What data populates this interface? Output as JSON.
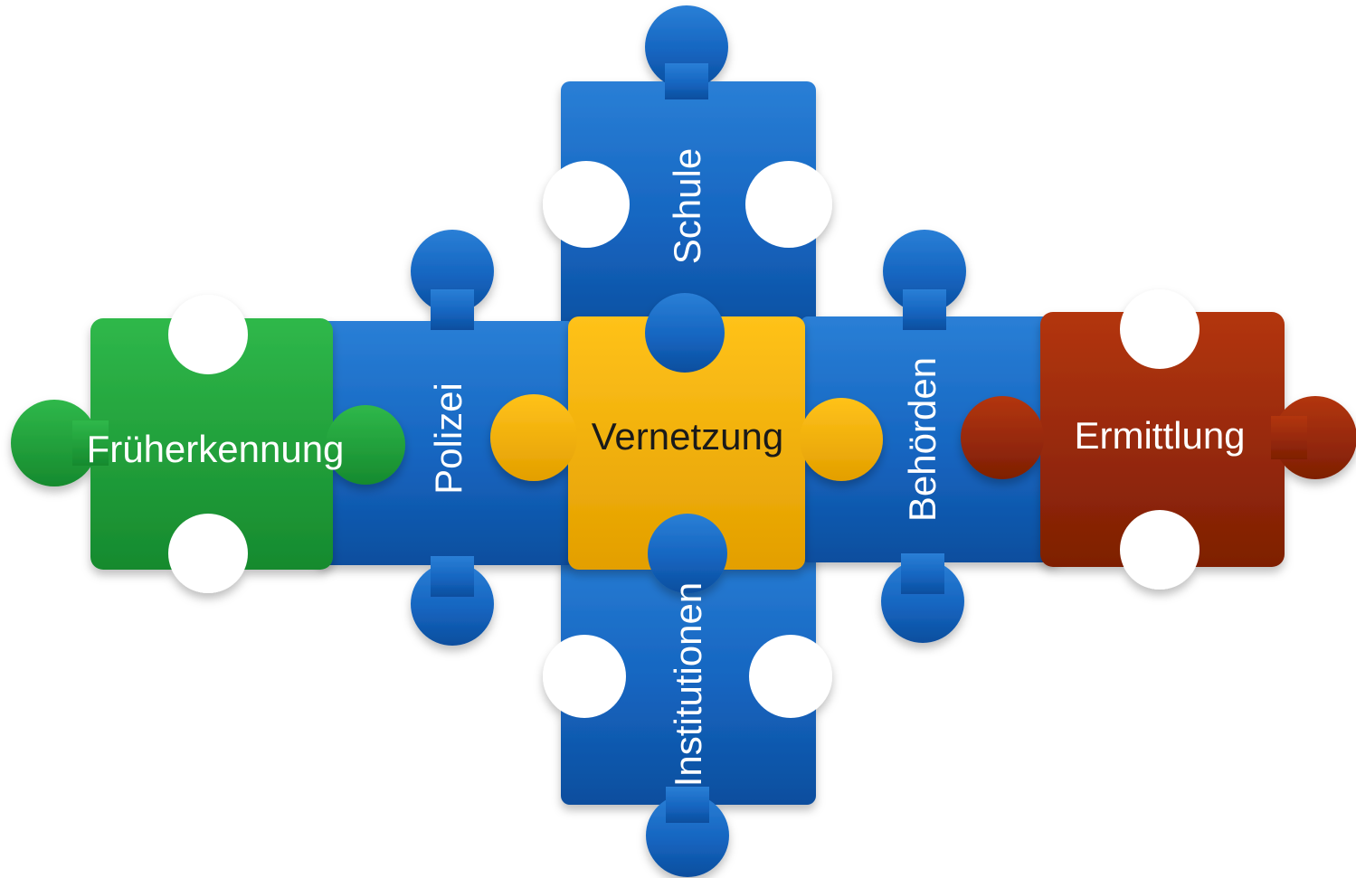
{
  "pieces": {
    "center": {
      "label": "Vernetzung",
      "color": "#f5b000",
      "text_color": "#1a1a1a"
    },
    "left": {
      "label": "Früherkennung",
      "color": "#1e9e3a",
      "text_color": "#ffffff"
    },
    "right": {
      "label": "Ermittlung",
      "color": "#a12a08",
      "text_color": "#ffffff"
    },
    "top": {
      "label": "Schule",
      "color": "#1565c0",
      "text_color": "#ffffff"
    },
    "bottom": {
      "label": "Institutionen",
      "color": "#1565c0",
      "text_color": "#ffffff"
    },
    "inner_left": {
      "label": "Polizei",
      "color": "#1565c0",
      "text_color": "#ffffff"
    },
    "inner_right": {
      "label": "Behörden",
      "color": "#1565c0",
      "text_color": "#ffffff"
    }
  }
}
